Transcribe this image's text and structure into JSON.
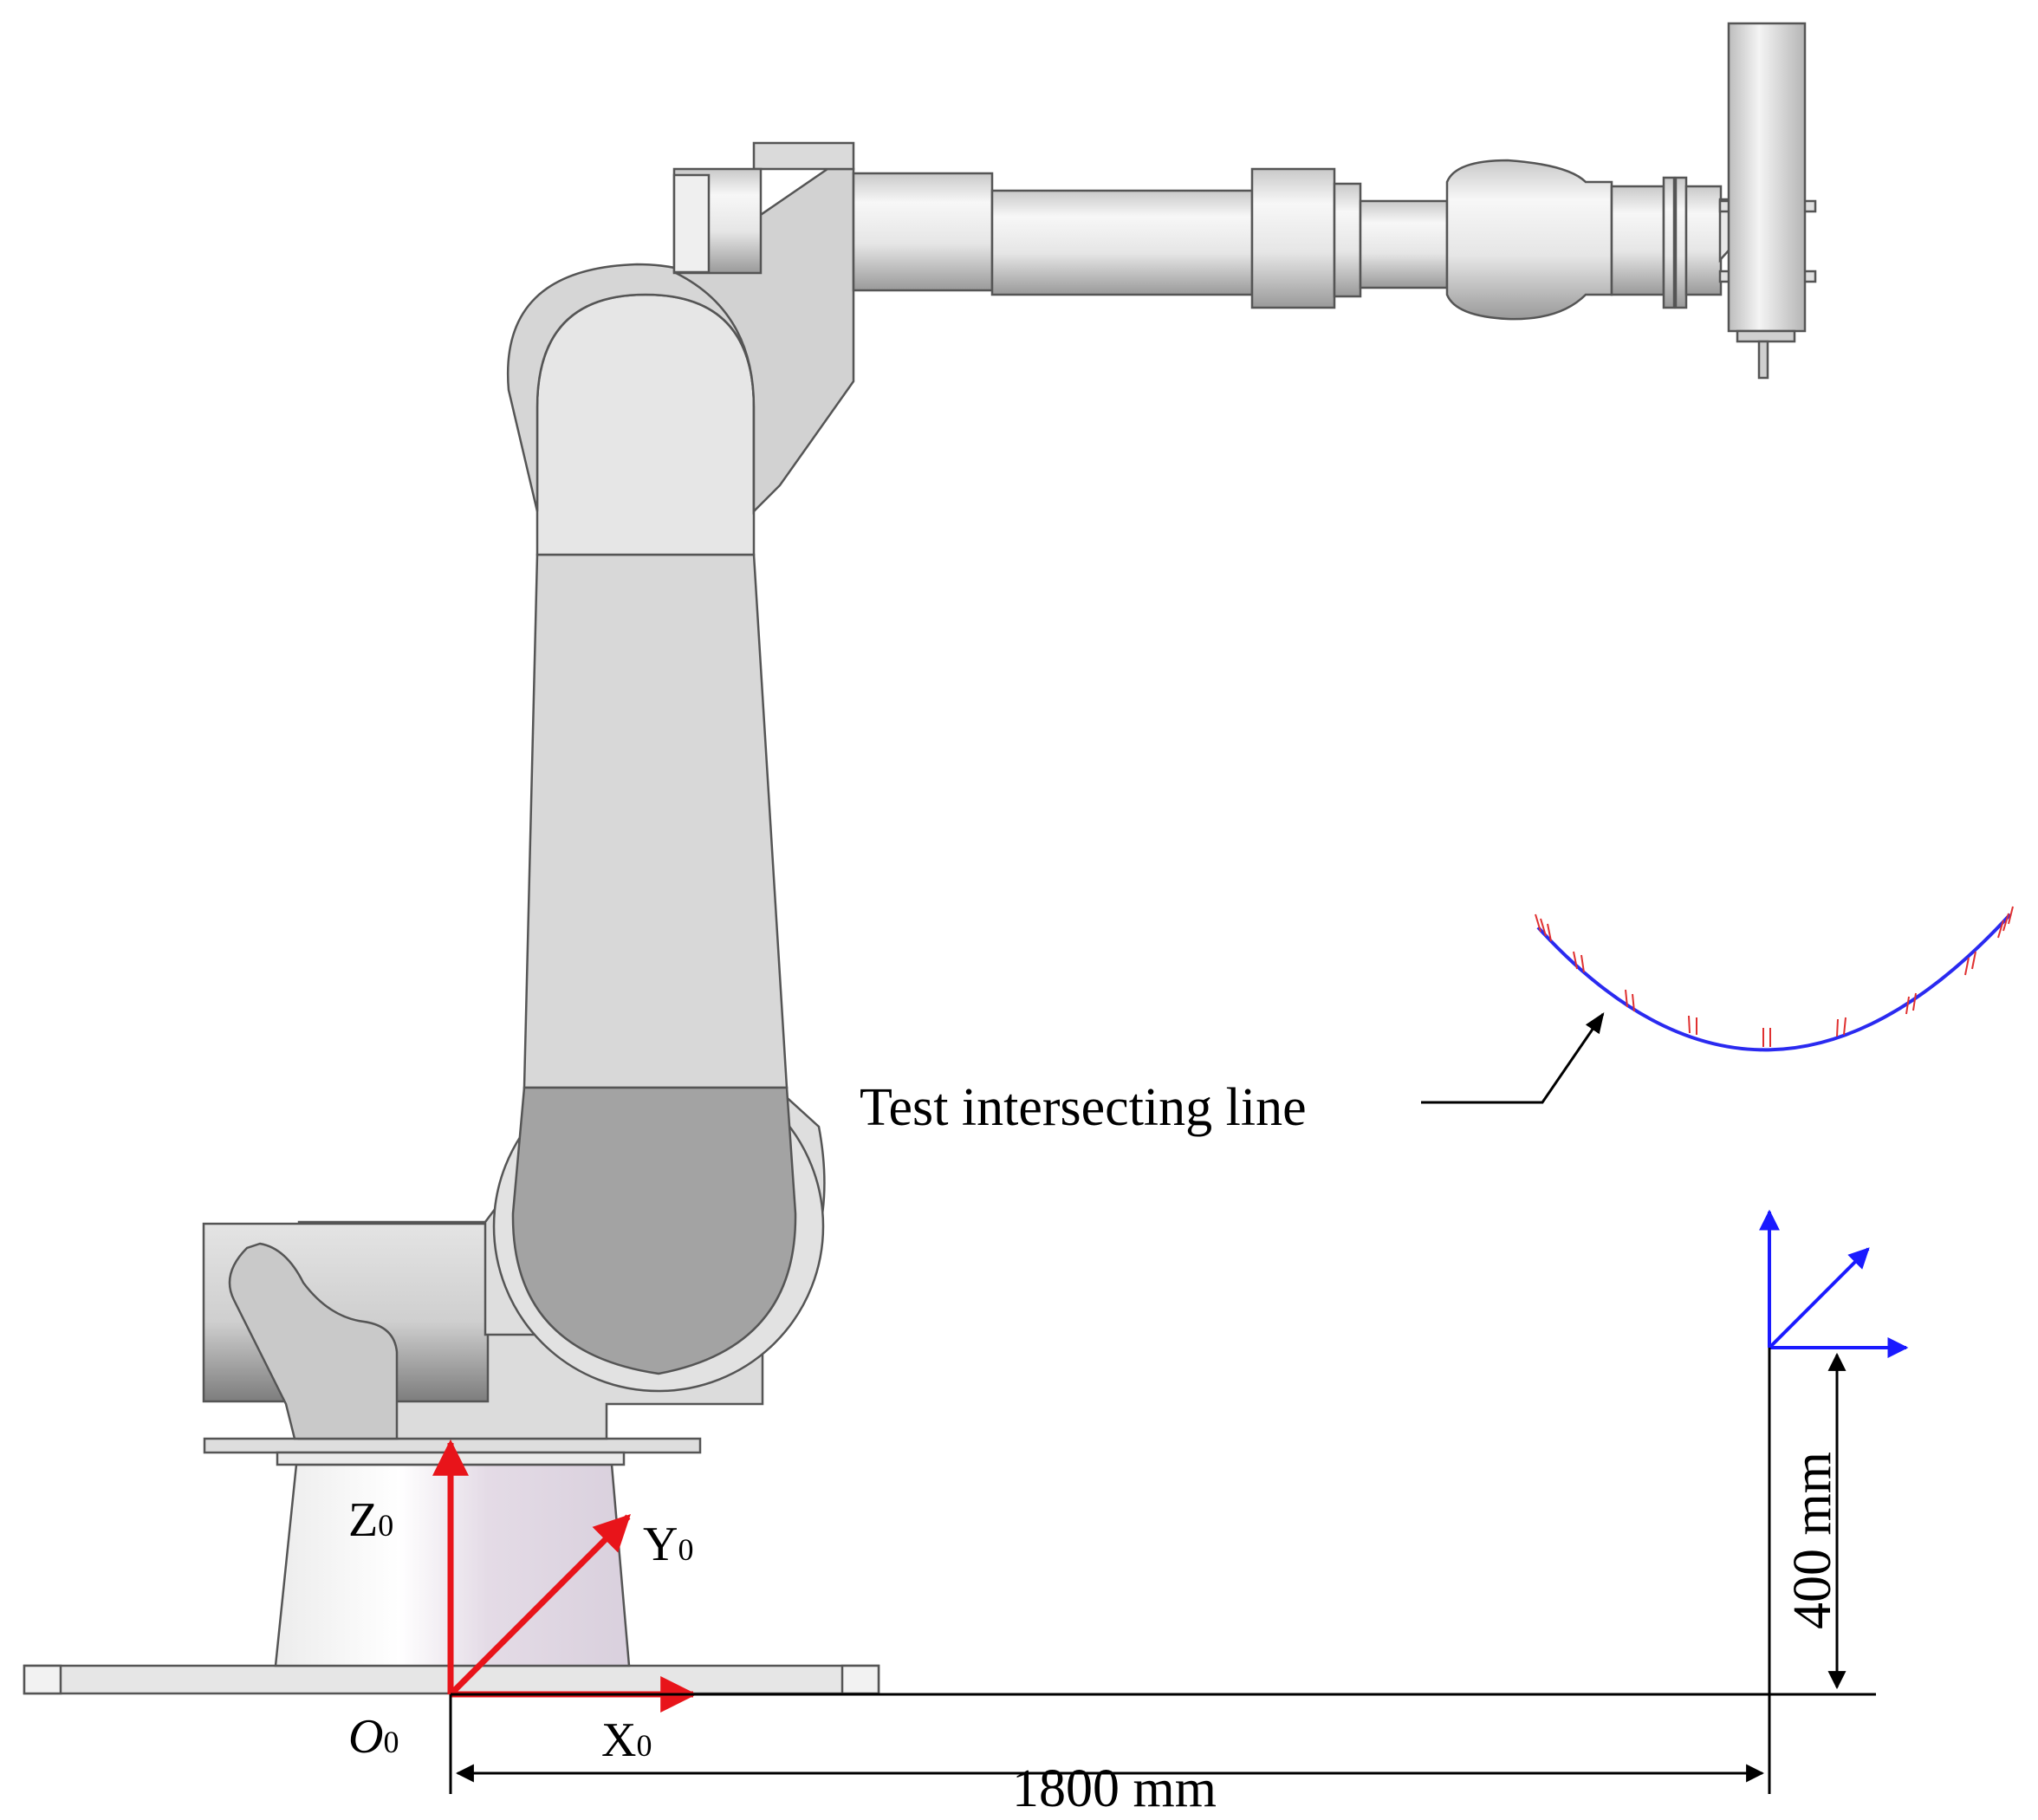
{
  "labels": {
    "z_axis": "Z",
    "z_sub": "0",
    "y_axis": "Y",
    "y_sub": "0",
    "x_axis": "X",
    "x_sub": "0",
    "origin": "O",
    "origin_sub": "0",
    "callout": "Test intersecting line",
    "dim_horizontal": "1800 mm",
    "dim_vertical": "400 mm"
  },
  "colors": {
    "base_frame_axes": "#e8141a",
    "tool_frame_axes": "#1a1aff",
    "curve": "#2a2af0",
    "normal_arrows": "#e03030",
    "dimension_lines": "#000000",
    "robot_light": "#e0e0e0",
    "robot_mid": "#d6d6d6",
    "robot_dark": "#a3a3a3",
    "robot_outline": "#555555",
    "pedestal_tint": "#ded8e0"
  }
}
